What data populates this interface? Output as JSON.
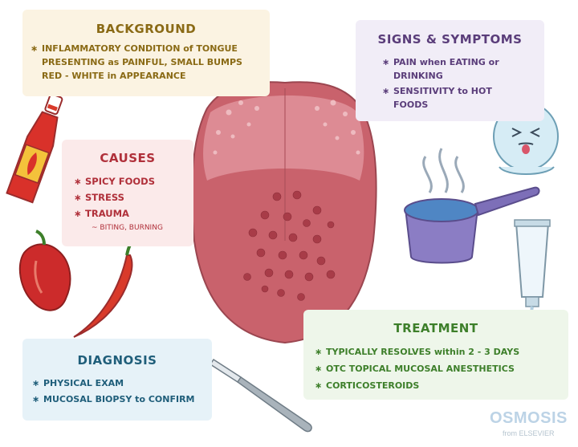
{
  "background": {
    "title": "BACKGROUND",
    "items": [
      "INFLAMMATORY CONDITION of TONGUE",
      "PRESENTING as PAINFUL, SMALL BUMPS",
      "RED - WHITE in APPEARANCE"
    ]
  },
  "signs": {
    "title": "SIGNS & SYMPTOMS",
    "items": [
      "PAIN when EATING or",
      "DRINKING",
      "SENSITIVITY to HOT",
      "FOODS"
    ]
  },
  "causes": {
    "title": "CAUSES",
    "items": [
      "SPICY FOODS",
      "STRESS",
      "TRAUMA"
    ],
    "subitem": "~ BITING, BURNING"
  },
  "diagnosis": {
    "title": "DIAGNOSIS",
    "items": [
      "PHYSICAL EXAM",
      "MUCOSAL BIOPSY to CONFIRM"
    ]
  },
  "treatment": {
    "title": "TREATMENT",
    "items": [
      "TYPICALLY RESOLVES within 2 - 3 DAYS",
      "OTC TOPICAL MUCOSAL ANESTHETICS",
      "CORTICOSTEROIDS"
    ]
  },
  "logo": {
    "name": "OSMOSIS",
    "sub": "from ELSEVIER"
  },
  "colors": {
    "background_text": "#8a6a15",
    "background_box": "#fbf3e2",
    "signs_text": "#5a3d7a",
    "signs_box": "#f1edf7",
    "causes_text": "#b0303a",
    "causes_box": "#fbeaea",
    "diagnosis_text": "#1f5e7a",
    "diagnosis_box": "#e6f2f8",
    "treatment_text": "#3d7f2a",
    "treatment_box": "#eef6ea"
  }
}
